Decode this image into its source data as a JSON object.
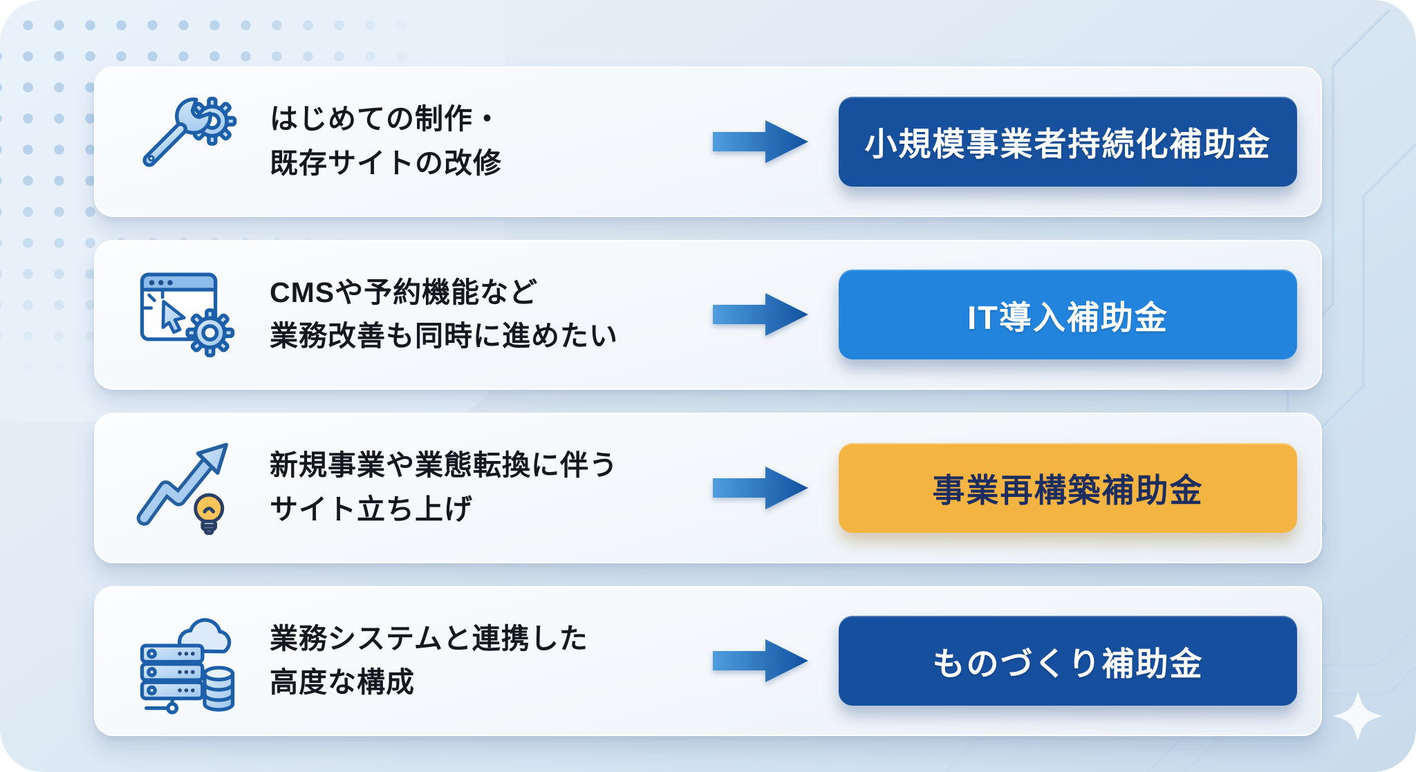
{
  "colors": {
    "page_bg": "#ffffff",
    "panel_top": "#eef4fb",
    "panel_bottom": "#c8dbec",
    "card_bg": "#f7fafd",
    "text": "#15181e",
    "arrow_start": "#4f9ede",
    "arrow_end": "#11519f",
    "dot_pattern": "#b7d2ea",
    "circuit_lines": "#c3d7ec",
    "badge_navy": "#17519e",
    "badge_blue": "#2384de",
    "badge_amber": "#f3b441"
  },
  "rows": [
    {
      "icon": "wrench-gear-icon",
      "lines": [
        "はじめての制作・",
        "既存サイトの改修"
      ],
      "badge": {
        "label": "小規模事業者持続化補助金",
        "bg": "#17519e",
        "fg": "#ffffff"
      }
    },
    {
      "icon": "browser-cursor-gear-icon",
      "lines": [
        "CMSや予約機能など",
        "業務改善も同時に進めたい"
      ],
      "badge": {
        "label": "IT導入補助金",
        "bg": "#2384de",
        "fg": "#ffffff"
      }
    },
    {
      "icon": "growth-arrow-bulb-icon",
      "lines": [
        "新規事業や業態転換に伴う",
        "サイト立ち上げ"
      ],
      "badge": {
        "label": "事業再構築補助金",
        "bg": "#f3b441",
        "fg": "#1e2d5f"
      }
    },
    {
      "icon": "server-cloud-database-icon",
      "lines": [
        "業務システムと連携した",
        "高度な構成"
      ],
      "badge": {
        "label": "ものづくり補助金",
        "bg": "#164f9e",
        "fg": "#ffffff"
      }
    }
  ]
}
